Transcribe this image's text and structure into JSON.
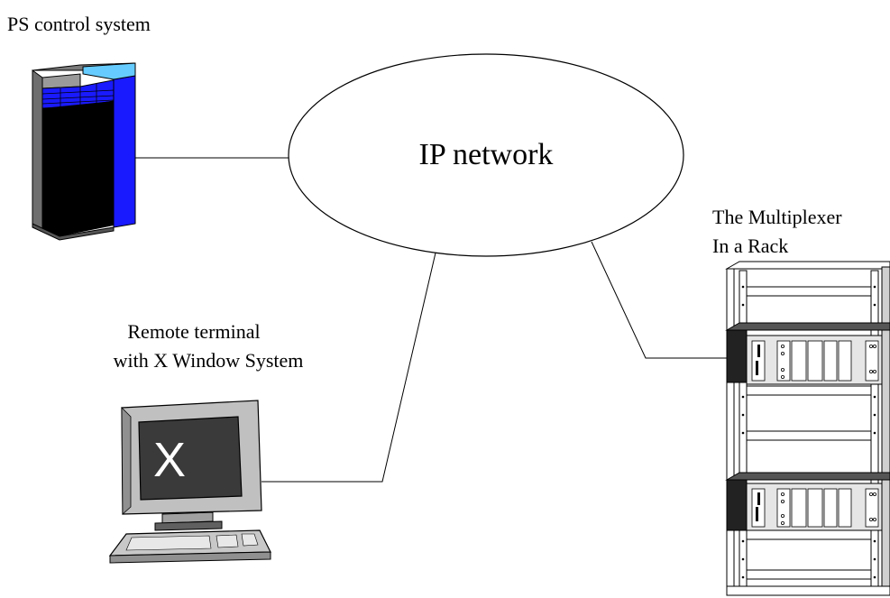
{
  "labels": {
    "control_system": "PS control system",
    "network": "IP network",
    "terminal_line1": "Remote terminal",
    "terminal_line2": "with X Window System",
    "mux_line1": "The Multiplexer",
    "mux_line2": "In a Rack",
    "terminal_screen": "X"
  },
  "colors": {
    "server_blue": "#1a1aff",
    "server_blue_light": "#66ccff",
    "server_black": "#000000",
    "server_gray": "#808080",
    "screen_dark": "#3a3a3a",
    "monitor_gray": "#c0c0c0",
    "rack_gray": "#d0d0d0",
    "module_dark": "#333333"
  },
  "icons": [
    "server-tower-icon",
    "network-cloud-icon",
    "workstation-icon",
    "equipment-rack-icon"
  ]
}
